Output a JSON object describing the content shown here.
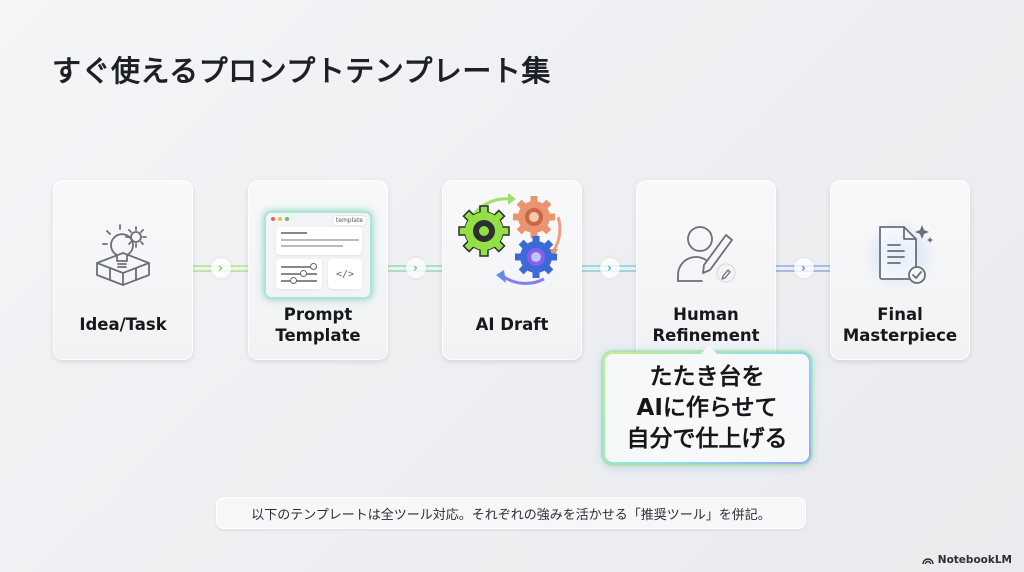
{
  "title": "すぐ使えるプロンプトテンプレート集",
  "steps": [
    {
      "label_lines": [
        "Idea/Task"
      ],
      "icon": "lightbulb-gear-box-icon"
    },
    {
      "label_lines": [
        "Prompt",
        "Template"
      ],
      "icon": "template-window-icon",
      "window_tag": "template"
    },
    {
      "label_lines": [
        "AI Draft"
      ],
      "icon": "cycling-gears-icon"
    },
    {
      "label_lines": [
        "Human",
        "Refinement"
      ],
      "icon": "person-pen-icon"
    },
    {
      "label_lines": [
        "Final",
        "Masterpiece"
      ],
      "icon": "document-check-icon"
    }
  ],
  "connectors": [
    {
      "icon": "chevron-right-icon",
      "glyph": "›",
      "color": "#a8d88a"
    },
    {
      "icon": "chevron-right-icon",
      "glyph": "›",
      "color": "#9fd8c8"
    },
    {
      "icon": "chevron-right-icon",
      "glyph": "›",
      "color": "#8fd0d8"
    },
    {
      "icon": "chevron-right-icon",
      "glyph": "›",
      "color": "#9ab0e8"
    }
  ],
  "callout": {
    "lines": [
      "たたき台を",
      "AIに作らせて",
      "自分で仕上げる"
    ]
  },
  "note": "以下のテンプレートは全ツール対応。それぞれの強みを活かせる「推奨ツール」を併記。",
  "brand": "NotebookLM",
  "colors": {
    "green": "#8fe04a",
    "orange": "#e8895a",
    "blue": "#3f6fd8",
    "purple": "#8a5cf0",
    "teal": "#8fd0d8"
  }
}
